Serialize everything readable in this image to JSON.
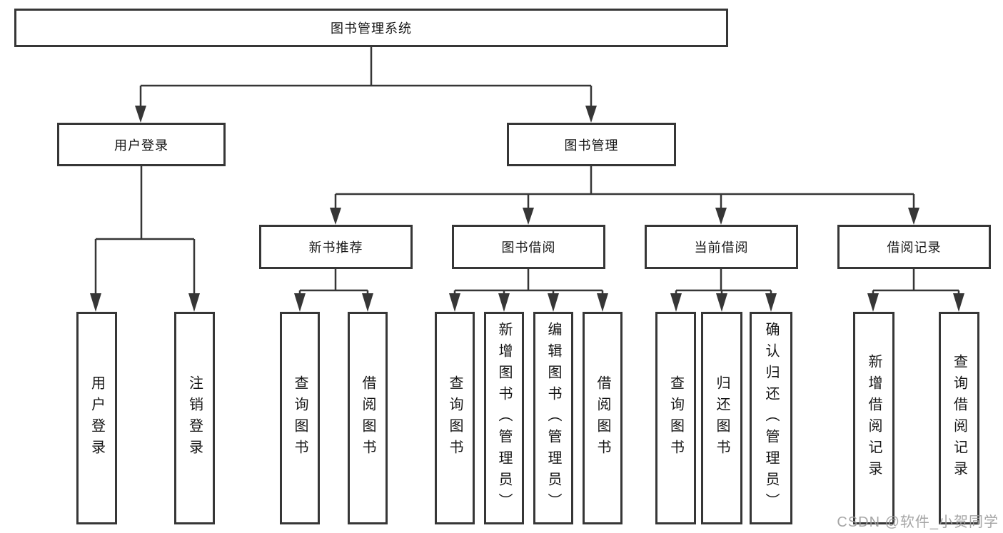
{
  "tree": {
    "label": "图书管理系统",
    "children": [
      {
        "label": "用户登录",
        "children": [
          {
            "label": "用户登录"
          },
          {
            "label": "注销登录"
          }
        ]
      },
      {
        "label": "图书管理",
        "children": [
          {
            "label": "新书推荐",
            "children": [
              {
                "label": "查询图书"
              },
              {
                "label": "借阅图书"
              }
            ]
          },
          {
            "label": "图书借阅",
            "children": [
              {
                "label": "查询图书"
              },
              {
                "label": "新增图书（管理员）"
              },
              {
                "label": "编辑图书（管理员）"
              },
              {
                "label": "借阅图书"
              }
            ]
          },
          {
            "label": "当前借阅",
            "children": [
              {
                "label": "查询图书"
              },
              {
                "label": "归还图书"
              },
              {
                "label": "确认归还（管理员）"
              }
            ]
          },
          {
            "label": "借阅记录",
            "children": [
              {
                "label": "新增借阅记录"
              },
              {
                "label": "查询借阅记录"
              }
            ]
          }
        ]
      }
    ]
  },
  "watermark": "CSDN @软件_小贺同学",
  "colors": {
    "line": "#363636",
    "text": "#151515",
    "watermark": "#9c9c9c"
  }
}
